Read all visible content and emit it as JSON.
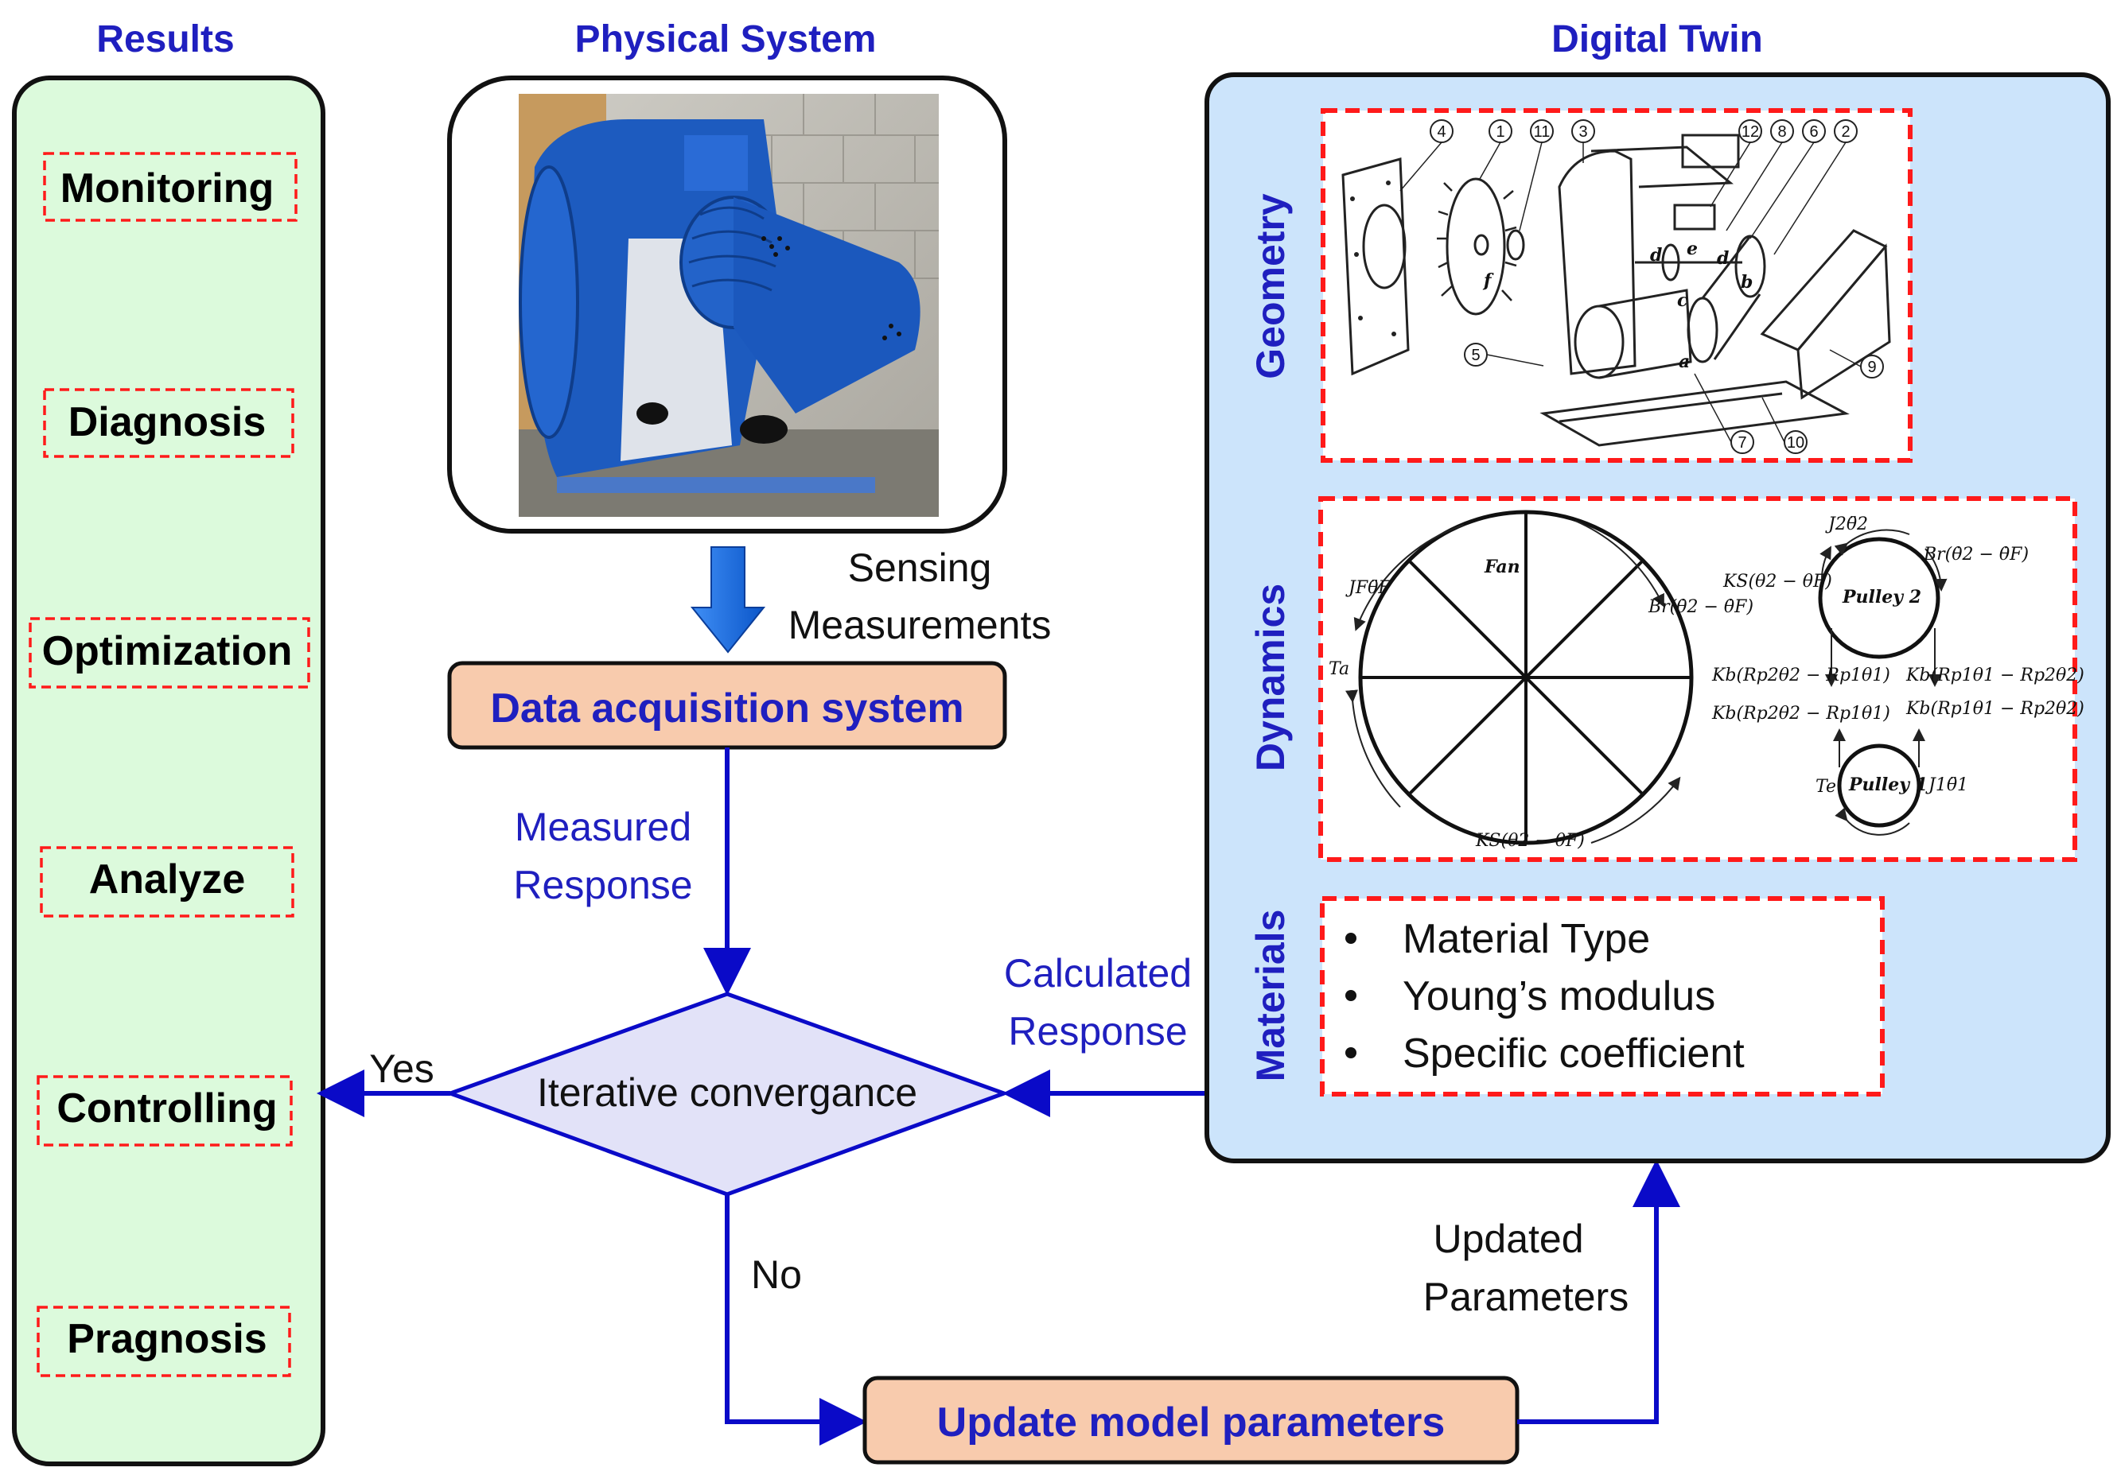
{
  "headers": {
    "results": "Results",
    "physical": "Physical System",
    "digital_twin": "Digital Twin"
  },
  "results_items": [
    "Monitoring",
    "Diagnosis",
    "Optimization",
    "Analyze",
    "Controlling",
    "Pragnosis"
  ],
  "physical": {
    "sensing": [
      "Sensing",
      "Measurements"
    ],
    "daq": "Data acquisition system",
    "measured": [
      "Measured",
      "Response"
    ]
  },
  "decision": {
    "label": "Iterative convergance",
    "yes": "Yes",
    "no": "No"
  },
  "update_box": "Update model parameters",
  "calculated": [
    "Calculated",
    "Response"
  ],
  "updated": [
    "Updated",
    "Parameters"
  ],
  "twin": {
    "geometry_label": "Geometry",
    "dynamics_label": "Dynamics",
    "materials_label": "Materials",
    "materials": [
      "Material Type",
      "Young’s modulus",
      "Specific coefficient"
    ],
    "geometry_numbers": [
      "4",
      "1",
      "11",
      "3",
      "12",
      "8",
      "6",
      "2",
      "5",
      "9",
      "7",
      "10"
    ],
    "geometry_letters": [
      "d",
      "e",
      "d",
      "b",
      "c",
      "f",
      "a"
    ],
    "dynamics": {
      "fan": "Fan",
      "pulley2": "Pulley 2",
      "pulley1": "Pulley 1",
      "jf": "JFθ̈F",
      "ta": "Ta",
      "br_fan": "Br(θ̇2 − θ̇F)",
      "ks_bottom": "KS(θ2 − θF)",
      "j2": "J2θ̈2",
      "ks_p2": "KS(θ2 − θF)",
      "br_p2": "Br(θ̇2 − θ̇F)",
      "kb1": "Kb(Rp2θ2 − Rp1θ1)",
      "kb2": "Kb(Rp1θ1 − Rp2θ2)",
      "kb3": "Kb(Rp2θ2 − Rp1θ1)",
      "kb4": "Kb(Rp1θ1 − Rp2θ2)",
      "te": "Te",
      "j1": "J1θ̈1"
    }
  },
  "colors": {
    "arrow_blue": "#0a0ac8",
    "results_bg": "#dcfadc",
    "twin_bg": "#cce4fb",
    "process_bg": "#f8cbad",
    "decision_bg": "#e2e2f8",
    "dashed_red": "#ff1a1a",
    "sensing_arrow": "#1a6fe8"
  }
}
